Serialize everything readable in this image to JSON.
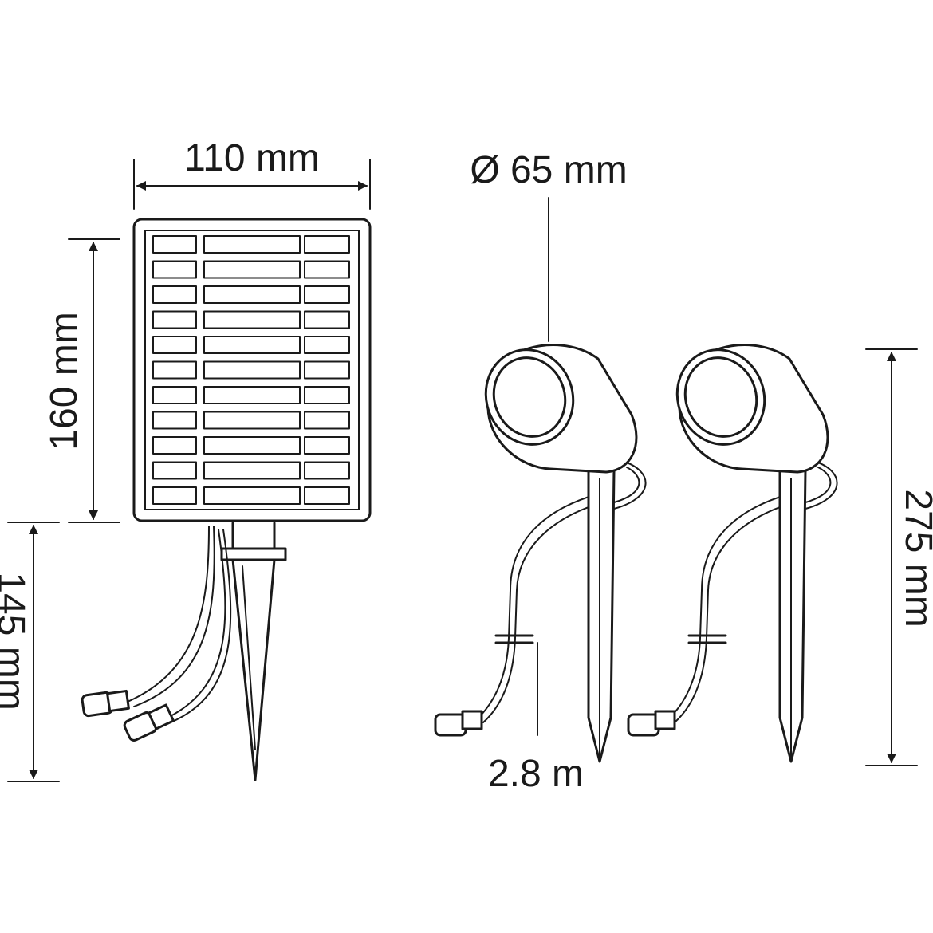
{
  "dimensions": {
    "panel_width": "110 mm",
    "panel_height": "160 mm",
    "panel_stake_length": "145 mm",
    "lamp_diameter": "Ø 65 mm",
    "cable_length": "2.8 m",
    "lamp_height": "275 mm"
  },
  "colors": {
    "line": "#1a1a1a",
    "background": "#ffffff"
  }
}
